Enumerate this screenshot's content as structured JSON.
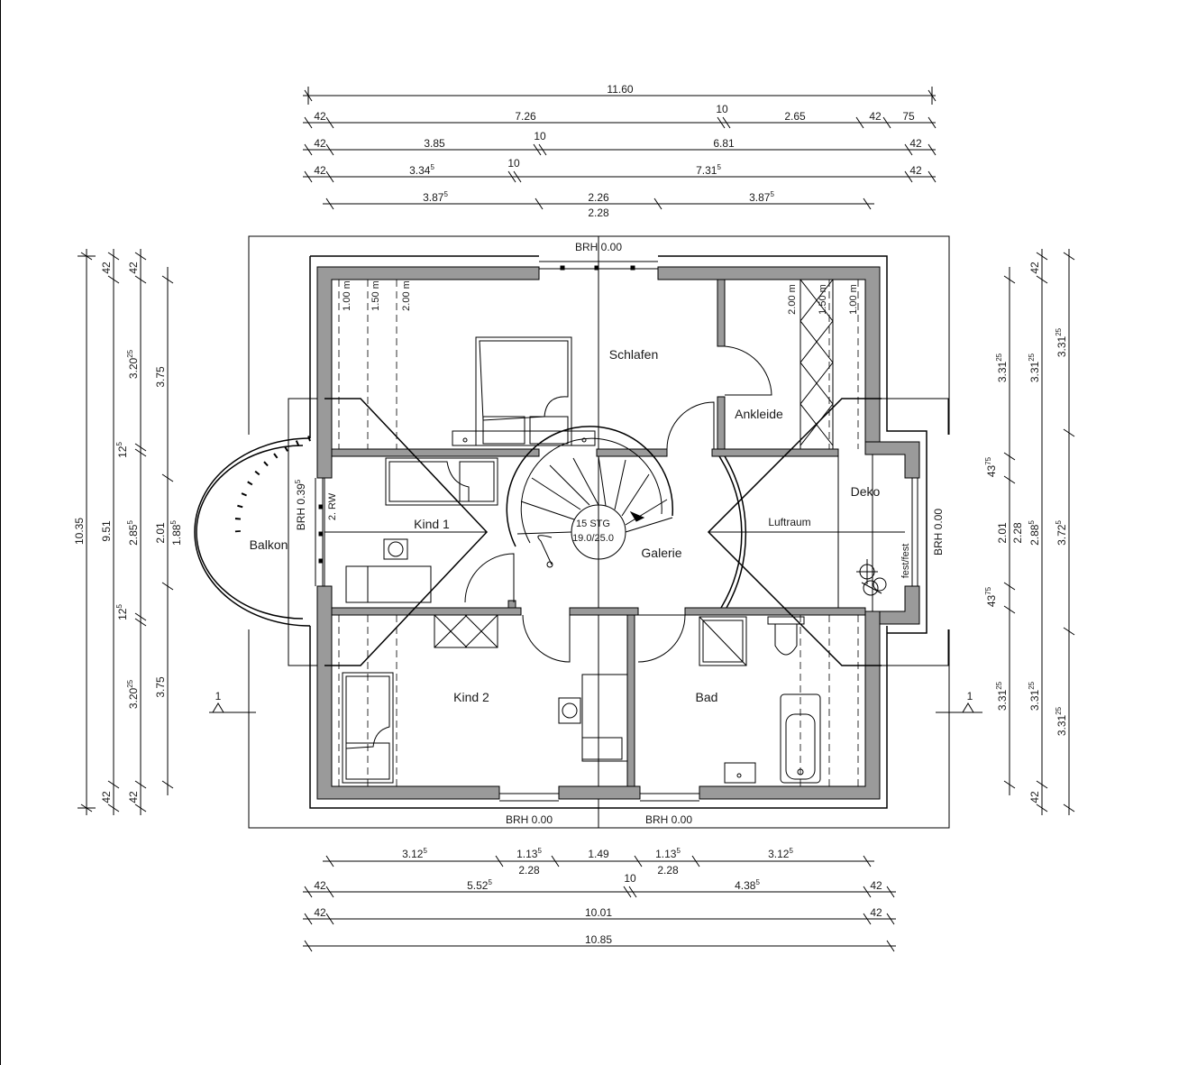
{
  "colors": {
    "wall_fill": "#9a9a9a",
    "line": "#000000",
    "background": "#ffffff"
  },
  "dims_top": {
    "r1": {
      "total": "11.60"
    },
    "r2": {
      "a": "42",
      "b": "7.26",
      "c": "10",
      "d": "2.65",
      "e": "42",
      "f": "75"
    },
    "r3": {
      "a": "42",
      "b": "3.85",
      "c": "10",
      "d": "6.81",
      "e": "42"
    },
    "r4": {
      "a": "42",
      "b": "3.34",
      "b_sup": "5",
      "c": "10",
      "d": "7.31",
      "d_sup": "5",
      "e": "42"
    },
    "r5": {
      "a": "3.87",
      "a_sup": "5",
      "b": "2.26",
      "c": "3.87",
      "c_sup": "5",
      "under": "2.28"
    }
  },
  "dims_bottom": {
    "r1": {
      "a": "3.12",
      "a_sup": "5",
      "b": "1.13",
      "b_sup": "5",
      "b_under": "2.28",
      "c": "1.49",
      "d": "1.13",
      "d_sup": "5",
      "d_under": "2.28",
      "e": "3.12",
      "e_sup": "5"
    },
    "r2": {
      "a": "42",
      "b": "5.52",
      "b_sup": "5",
      "c": "10",
      "d": "4.38",
      "d_sup": "5",
      "e": "42"
    },
    "r3": {
      "a": "42",
      "b": "10.01",
      "c": "42"
    },
    "r4": {
      "total": "10.85"
    }
  },
  "dims_left": {
    "c1": {
      "total": "10.35"
    },
    "c2": {
      "total": "9.51"
    },
    "c3": {
      "a": "42",
      "b": "3.20",
      "b_sup": "25",
      "c": "12",
      "c_sup": "5",
      "d": "2.85",
      "d_sup": "5",
      "e": "12",
      "e_sup": "5",
      "f": "3.20",
      "f_sup": "25",
      "g": "42"
    },
    "c4": {
      "a": "42",
      "b": "2.01",
      "c": "42"
    },
    "c5": {
      "a": "3.75",
      "b": "1.88",
      "b_sup": "5",
      "c": "3.75"
    }
  },
  "dims_right": {
    "c1": {
      "a": "42",
      "b": "3.31",
      "b_sup": "25",
      "c": "43",
      "c_sup": "75",
      "d": "2.01",
      "e": "43",
      "e_sup": "75",
      "f": "3.31",
      "f_sup": "25",
      "g": "42"
    },
    "c2": {
      "a": "3.31",
      "a_sup": "25",
      "b": "2.28",
      "c": "3.31",
      "c_sup": "25"
    },
    "c3": {
      "a": "3.31",
      "a_sup": "25",
      "b": "2.88",
      "b_sup": "5",
      "c": "3.31",
      "c_sup": "25"
    },
    "c4": {
      "a": "3.31",
      "a_sup": "25",
      "b": "3.72",
      "b_sup": "5",
      "c": "3.31",
      "c_sup": "25"
    }
  },
  "rooms": {
    "schlafen": "Schlafen",
    "ankleide": "Ankleide",
    "kind1": "Kind 1",
    "kind2": "Kind 2",
    "galerie": "Galerie",
    "bad": "Bad",
    "deko": "Deko",
    "luftraum": "Luftraum",
    "balkon": "Balkon"
  },
  "labels": {
    "brh_top": "BRH 0.00",
    "brh_bottom_left": "BRH 0.00",
    "brh_bottom_right": "BRH 0.00",
    "brh_right": "BRH 0.00",
    "brh_left": "BRH 0.39",
    "brh_left_sup": "5",
    "rw": "2. RW",
    "fest": "fest/fest",
    "stairs_count": "15 STG",
    "stairs_size": "19.0/25.0",
    "h100_l": "1.00 m",
    "h150_l": "1.50 m",
    "h200_l": "2.00 m",
    "h200_r": "2.00 m",
    "h150_r": "1.50 m",
    "h100_r": "1.00 m",
    "section_left": "1",
    "section_right": "1"
  }
}
